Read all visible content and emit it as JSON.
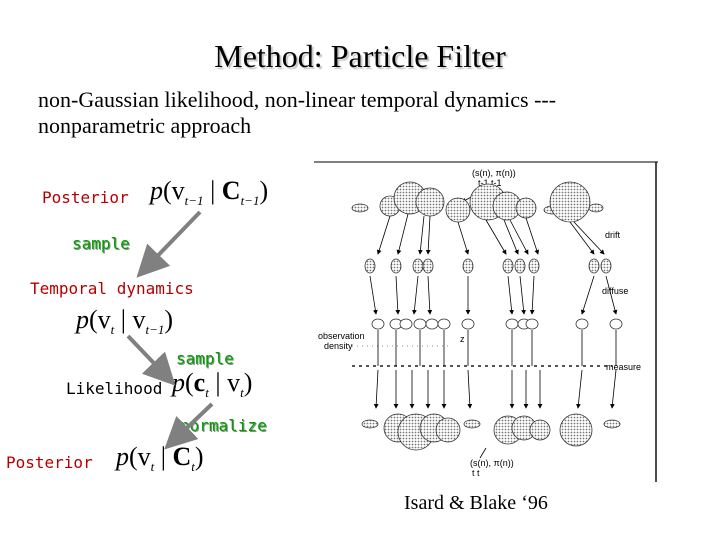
{
  "slide": {
    "title": "Method: Particle Filter",
    "subtitle": "non-Gaussian likelihood, non-linear temporal dynamics --- nonparametric approach",
    "credit": "Isard & Blake ‘96"
  },
  "steps": {
    "posterior_top": "Posterior",
    "sample_1": "sample",
    "temporal_dynamics": "Temporal dynamics",
    "sample_2": "sample",
    "likelihood": "Likelihood",
    "normalize": "normalize",
    "posterior_bottom": "Posterior"
  },
  "formulas": {
    "posterior_top": {
      "p": "p",
      "open": "(",
      "var": "v",
      "sub1": "t−1",
      "bar": " | ",
      "cond": "C",
      "sub2": "t−1",
      "close": ")"
    },
    "dynamics": {
      "p": "p",
      "open": "(",
      "var": "v",
      "sub1": "t",
      "bar": " | ",
      "cond": "v",
      "sub2": "t−1",
      "close": ")"
    },
    "likelihood": {
      "p": "p",
      "open": "(",
      "var": "c",
      "sub1": "t",
      "bar": " | ",
      "cond": "v",
      "sub2": "t",
      "close": ")"
    },
    "posterior_bottom": {
      "p": "p",
      "open": "(",
      "var": "v",
      "sub1": "t",
      "bar": " | ",
      "cond": "C",
      "sub2": "t",
      "close": ")"
    }
  },
  "figure": {
    "top_label_1": "(s(n), π(n))",
    "top_label_2": "t-1  t-1",
    "drift": "drift",
    "diffuse": "diffuse",
    "observation_density_1": "observation",
    "observation_density_2": "density",
    "zt": "z",
    "measure": "measure",
    "bottom_label_1": "(s(n), π(n))",
    "bottom_label_2": "t    t"
  },
  "colors": {
    "accent_red": "#b50000",
    "accent_green": "#00a000",
    "arrow_gray": "#808080"
  }
}
